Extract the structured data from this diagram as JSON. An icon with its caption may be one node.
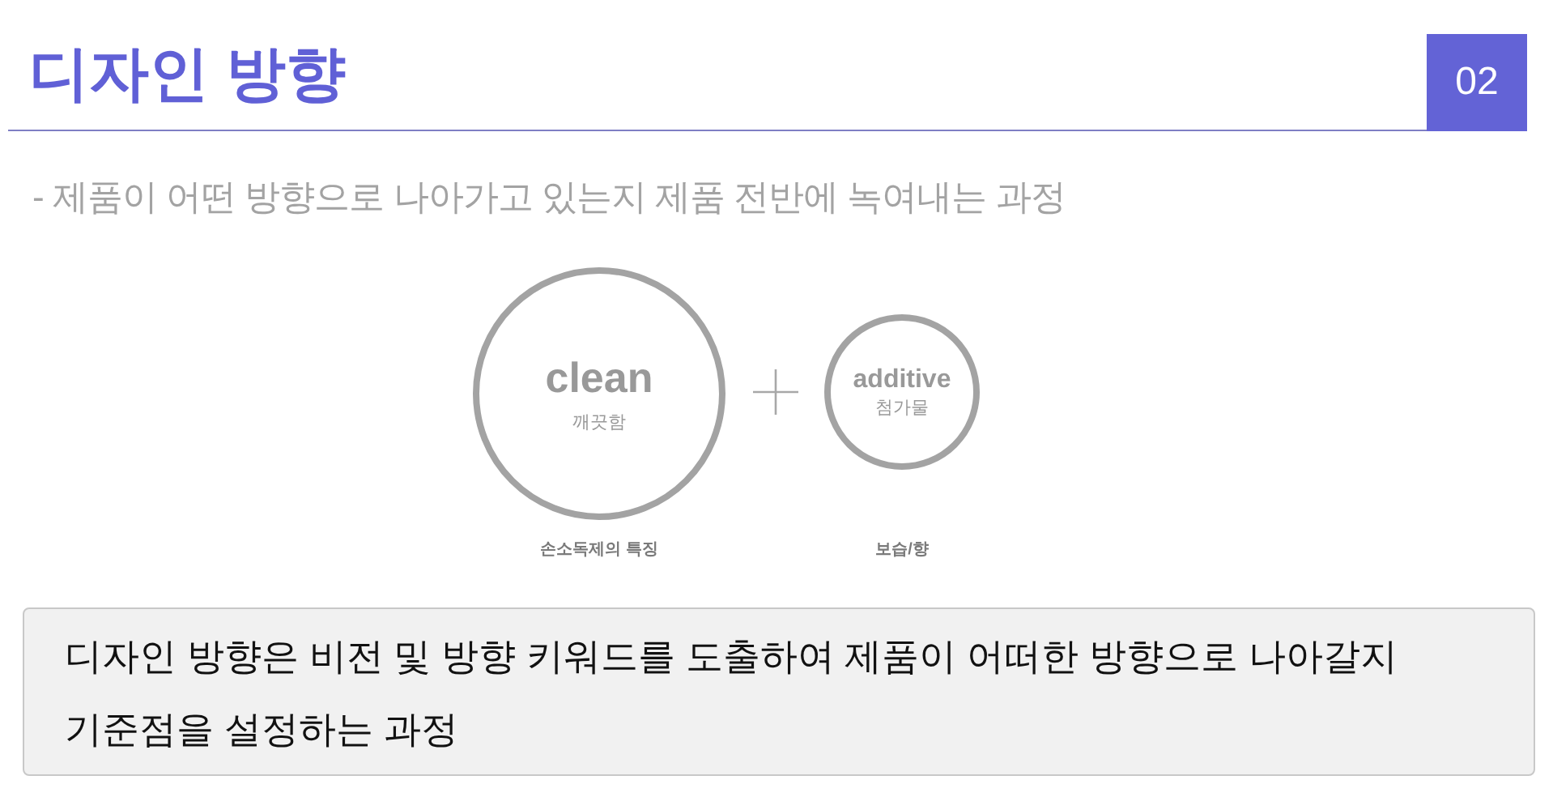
{
  "diagram": {
    "title": "디자인 방향",
    "nodes": [
      {
        "text": [
          "02"
        ]
      },
      {
        "text": [
          "clean",
          "깨끗함"
        ]
      },
      {
        "text": [
          "additive",
          "첨가물"
        ]
      },
      {
        "text": [
          "디자인 방향은 비전 및 방향 키워드를 도출하여 제품이 어떠한 방향으로 나아갈지 기준점을 설정하는 과정"
        ]
      }
    ],
    "labels": [
      "- 제품이 어떤 방향으로 나아가고 있는지 제품 전반에 녹여내는 과정",
      "손소독제의 특징",
      "보습/향"
    ]
  }
}
